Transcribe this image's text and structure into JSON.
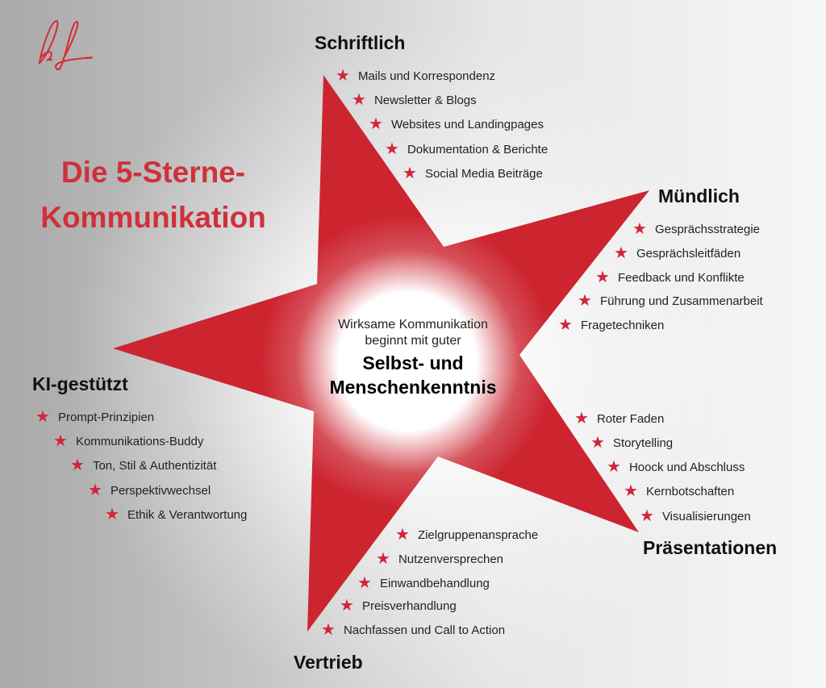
{
  "logo": "kf.",
  "title": {
    "line1": "Die 5-Sterne-",
    "line2": "Kommunikation"
  },
  "colors": {
    "star": "#cc2530",
    "accent": "#d0303a"
  },
  "center": {
    "line1": "Wirksame Kommunikation",
    "line2": "beginnt mit guter",
    "line3": "Selbst- und",
    "line4": "Menschenkenntnis"
  },
  "sections": {
    "schriftlich": {
      "title": "Schriftlich",
      "items": [
        "Mails und Korrespondenz",
        "Newsletter & Blogs",
        "Websites und Landingpages",
        "Dokumentation & Berichte",
        "Social Media Beiträge"
      ]
    },
    "muendlich": {
      "title": "Mündlich",
      "items": [
        "Gesprächsstrategie",
        "Gesprächsleitfäden",
        "Feedback und Konflikte",
        "Führung und Zusammenarbeit",
        "Fragetechniken"
      ]
    },
    "praesentationen": {
      "title": "Präsentationen",
      "items": [
        "Roter Faden",
        "Storytelling",
        "Hoock und Abschluss",
        "Kernbotschaften",
        "Visualisierungen"
      ]
    },
    "vertrieb": {
      "title": "Vertrieb",
      "items": [
        "Zielgruppenansprache",
        "Nutzenversprechen",
        "Einwandbehandlung",
        "Preisverhandlung",
        "Nachfassen und Call to Action"
      ]
    },
    "ki": {
      "title": "KI-gestützt",
      "items": [
        "Prompt-Prinzipien",
        "Kommunikations-Buddy",
        "Ton, Stil & Authentizität",
        "Perspektivwechsel",
        "Ethik & Verantwortung"
      ]
    }
  }
}
